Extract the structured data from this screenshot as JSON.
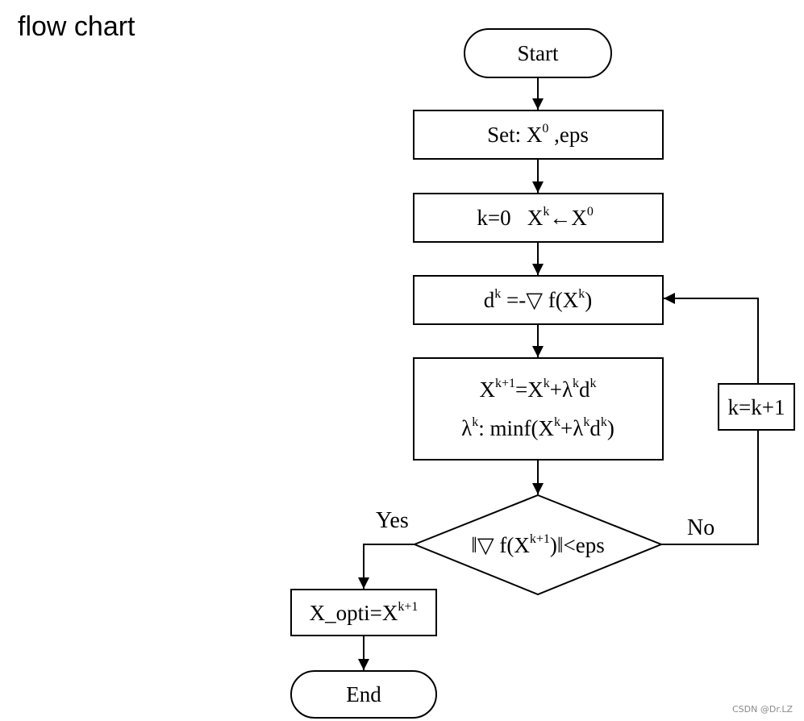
{
  "title": "flow chart",
  "watermark": "CSDN @Dr.LZ",
  "nodes": {
    "start": "Start",
    "set": {
      "base": "Set: X",
      "sup": "0",
      "rest": " ,eps"
    },
    "init": {
      "a": "k=0   X",
      "a_sup": "k",
      "arrow": "←",
      "b": "X",
      "b_sup": "0"
    },
    "dir": {
      "a": "d",
      "a_sup": "k",
      "b": " =-▽ f(X",
      "b_sup": "k",
      "c": ")"
    },
    "update1": {
      "a": "X",
      "a_sup": "k+1",
      "b": "=X",
      "b_sup": "k",
      "c": "+λ",
      "c_sup": "k",
      "d": "d",
      "d_sup": "k"
    },
    "update2": {
      "a": "λ",
      "a_sup": "k",
      "b": ":  minf(X",
      "b_sup": "k",
      "c": "+λ",
      "c_sup": "k",
      "d": "d",
      "d_sup": "k",
      "e": ")"
    },
    "cond": {
      "a": "‖▽ f(X",
      "a_sup": "k+1",
      "b": ")‖<eps"
    },
    "result": {
      "a": "X_opti=X",
      "a_sup": "k+1"
    },
    "increment": "k=k+1",
    "end": "End"
  },
  "edge_labels": {
    "yes": "Yes",
    "no": "No"
  }
}
